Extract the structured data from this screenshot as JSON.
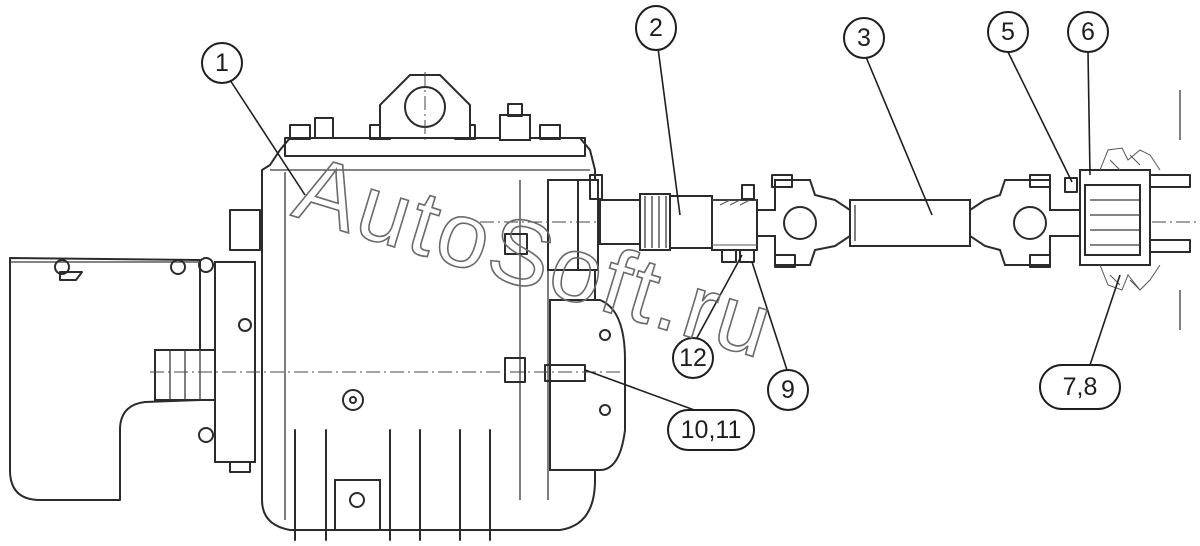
{
  "callouts": [
    {
      "id": "1",
      "label": "1"
    },
    {
      "id": "2",
      "label": "2"
    },
    {
      "id": "3",
      "label": "3"
    },
    {
      "id": "5",
      "label": "5"
    },
    {
      "id": "6",
      "label": "6"
    },
    {
      "id": "7-8",
      "label": "7,8"
    },
    {
      "id": "9",
      "label": "9"
    },
    {
      "id": "10-11",
      "label": "10,11"
    },
    {
      "id": "12",
      "label": "12"
    }
  ],
  "watermark": {
    "text": "AutoSoft.ru"
  }
}
